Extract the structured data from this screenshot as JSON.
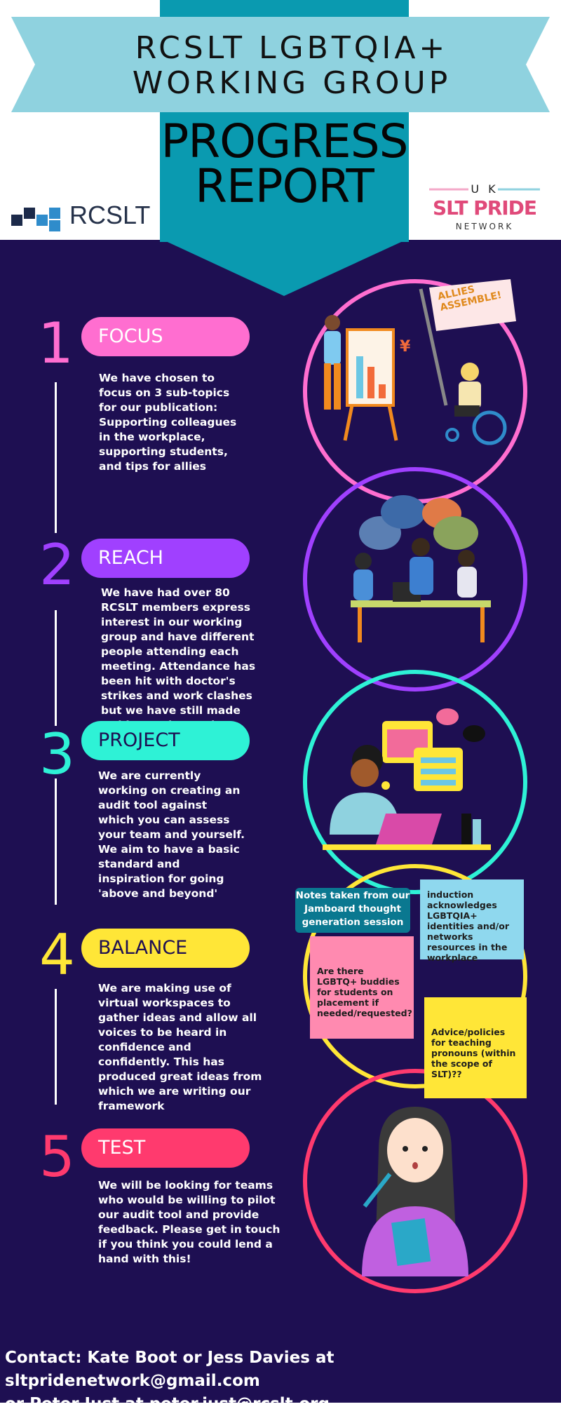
{
  "header": {
    "group_line1": "RCSLT LGBTQIA+",
    "group_line2": "WORKING GROUP",
    "report_line1": "PROGRESS",
    "report_line2": "REPORT",
    "rcslt_logo": "RCSLT",
    "pride_uk": "U K",
    "pride_main": "SLT PRIDE",
    "pride_network": "NETWORK"
  },
  "colors": {
    "navy": "#1e0f52",
    "teal": "#0a9ab0",
    "ribbon": "#8fd2df",
    "focus": "#ff6ed0",
    "reach": "#a040ff",
    "project": "#2ef2d6",
    "balance": "#ffe637",
    "test": "#ff3a6e"
  },
  "sections": [
    {
      "number": "1",
      "title": "FOCUS",
      "text": "We have chosen to focus on 3 sub-topics for our publication: Supporting colleagues in the workplace, supporting students, and tips for allies"
    },
    {
      "number": "2",
      "title": "REACH",
      "text": "We have had over 80 RCSLT members express interest in our working group and have different people attending each meeting. Attendance has been hit with doctor's strikes and work clashes but we have still made strides each meeting"
    },
    {
      "number": "3",
      "title": "PROJECT",
      "text": "We are currently working on creating an audit tool against which you can assess your team and yourself. We aim to have a basic standard and inspiration for going 'above and beyond'"
    },
    {
      "number": "4",
      "title": "BALANCE",
      "text": "We are making use of virtual workspaces to gather ideas and allow all voices to be heard in confidence and confidently. This has produced great ideas from which we are writing our framework"
    },
    {
      "number": "5",
      "title": "TEST",
      "text": "We will be looking for teams who would be willing to pilot our audit tool and provide feedback. Please get in touch if you think you could lend a hand with this!"
    }
  ],
  "illustrations": {
    "flag_text": "ALLIES ASSEMBLE!",
    "yen_symbol": "¥"
  },
  "jamboard": {
    "label": "Notes taken from our Jamboard thought generation session",
    "note_blue": "induction acknowledges LGBTQIA+ identities and/or networks resources in the workplace",
    "note_pink": "Are there LGBTQ+ buddies for students on placement if needed/requested?",
    "note_yellow": "Advice/policies for teaching pronouns (within the scope of SLT)??"
  },
  "contact": {
    "line1": "Contact: Kate Boot or Jess Davies at sltpridenetwork@gmail.com",
    "line2": "or Peter Just at peter.just@rcslt.org"
  }
}
